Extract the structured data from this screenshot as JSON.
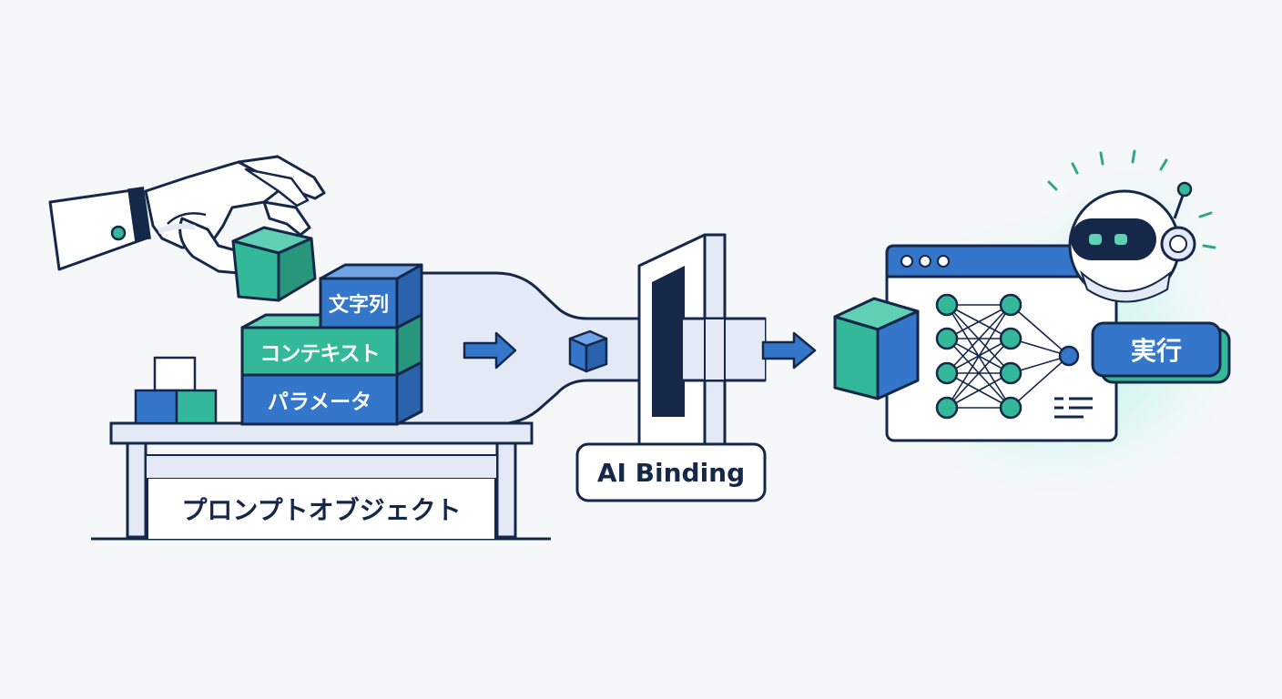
{
  "diagram": {
    "blocks": {
      "top": "文字列",
      "middle": "コンテキスト",
      "bottom": "パラメータ"
    },
    "table_label": "プロンプトオブジェクト",
    "binding_label": "AI Binding",
    "execute_label": "実行"
  },
  "colors": {
    "navy": "#16284a",
    "blue": "#3476c9",
    "teal": "#34b89a",
    "pale": "#e4eaf5",
    "glow": "#7ff0dc",
    "background": "#f6f7f9"
  },
  "icons": [
    "robot-hand-icon",
    "arrow-right-icon",
    "binding-slot-icon",
    "browser-window-icon",
    "neural-network-icon",
    "robot-head-icon"
  ]
}
